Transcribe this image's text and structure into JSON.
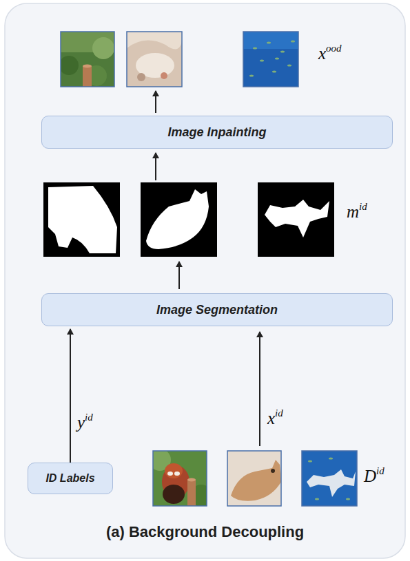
{
  "diagram": {
    "caption": "(a) Background Decoupling",
    "nodes": [
      {
        "text": [
          "Image Inpainting"
        ]
      },
      {
        "text": [
          "Image Segmentation"
        ]
      },
      {
        "text": [
          "ID Labels"
        ]
      }
    ],
    "edges": [
      {
        "from": 2,
        "to": 1,
        "arrow": "to"
      }
    ],
    "labels": [
      "x",
      "ood",
      "m",
      "id",
      "y",
      "id",
      "x",
      "id",
      "D",
      "id"
    ]
  }
}
